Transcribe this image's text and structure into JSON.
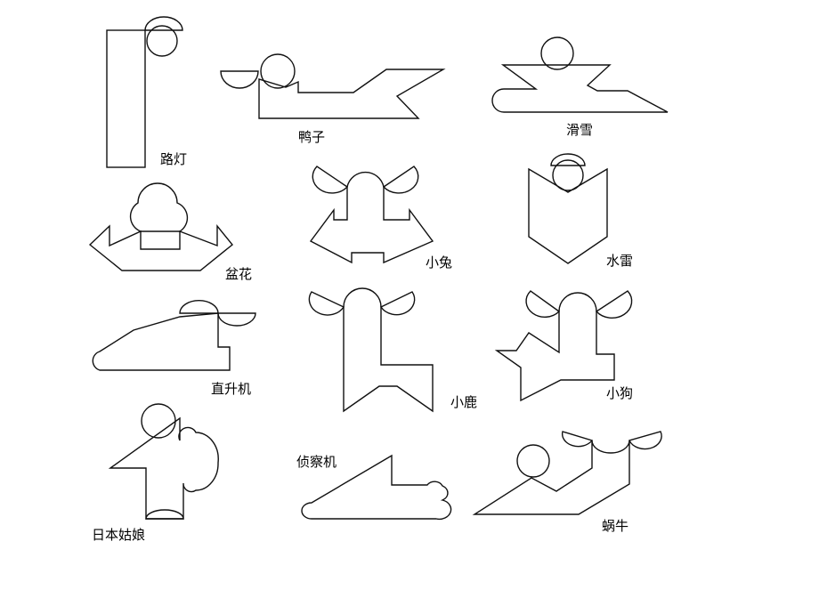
{
  "figures": [
    {
      "id": "street-lamp",
      "label": "路灯"
    },
    {
      "id": "duck",
      "label": "鸭子"
    },
    {
      "id": "skiing",
      "label": "滑雪"
    },
    {
      "id": "potted-flower",
      "label": "盆花"
    },
    {
      "id": "little-rabbit",
      "label": "小兔"
    },
    {
      "id": "water-mine",
      "label": "水雷"
    },
    {
      "id": "helicopter",
      "label": "直升机"
    },
    {
      "id": "little-deer",
      "label": "小鹿"
    },
    {
      "id": "little-dog",
      "label": "小狗"
    },
    {
      "id": "japanese-girl",
      "label": "日本姑娘"
    },
    {
      "id": "reconnaissance-plane",
      "label": "侦察机"
    },
    {
      "id": "snail",
      "label": "蜗牛"
    }
  ],
  "style": {
    "stroke": "#111111",
    "background": "#ffffff"
  }
}
